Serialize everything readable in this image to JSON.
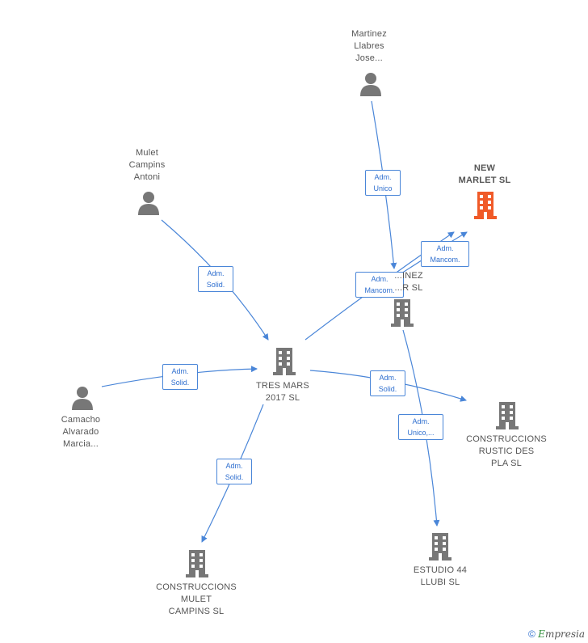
{
  "nodes": {
    "martinez_llabres": {
      "label": "Martinez\nLlabres\nJose..."
    },
    "mulet_campins": {
      "label": "Mulet\nCampins\nAntoni"
    },
    "new_marlet": {
      "label": "NEW\nMARLET  SL"
    },
    "martinez_co": {
      "label": "...INEZ\n...R  SL"
    },
    "tres_mars": {
      "label": "TRES MARS\n2017  SL"
    },
    "camacho": {
      "label": "Camacho\nAlvarado\nMarcia..."
    },
    "construccions_rustic": {
      "label": "CONSTRUCCIONS\nRUSTIC DES\nPLA  SL"
    },
    "construccions_mulet": {
      "label": "CONSTRUCCIONS\nMULET\nCAMPINS SL"
    },
    "estudio44": {
      "label": "ESTUDIO 44\nLLUBI  SL"
    }
  },
  "edges": {
    "e1": "Adm.\nUnico",
    "e2": "Adm.\nSolid.",
    "e3": "Adm.\nMancom.",
    "e4": "Adm.\nMancom.",
    "e5": "Adm.\nSolid.",
    "e6": "Adm.\nSolid.",
    "e7": "Adm.\nSolid.",
    "e8": "Adm.\nUnico,..."
  },
  "footer": {
    "copyright": "©",
    "brand_first": "E",
    "brand_rest": "mpresia"
  },
  "colors": {
    "edge": "#4a86d8",
    "person": "#777777",
    "company": "#777777",
    "highlight": "#f05a28"
  }
}
